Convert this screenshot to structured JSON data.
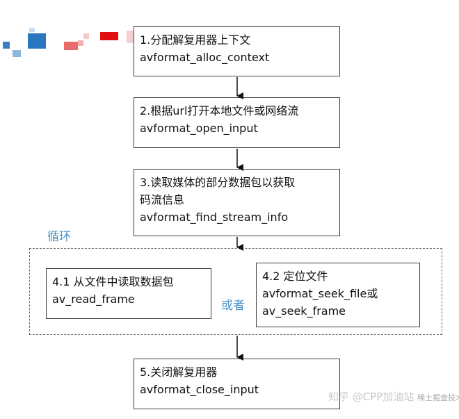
{
  "steps": [
    {
      "id": "step1",
      "line1": "1.分配解复用器上下文",
      "line2": "avformat_alloc_context"
    },
    {
      "id": "step2",
      "line1": "2.根据url打开本地文件或网络流",
      "line2": "avformat_open_input"
    },
    {
      "id": "step3",
      "line1": "3.读取媒体的部分数据包以获取",
      "line2": "码流信息",
      "line3": "avformat_find_stream_info"
    },
    {
      "id": "step41",
      "line1": "4.1 从文件中读取数据包",
      "line2": "av_read_frame"
    },
    {
      "id": "step42",
      "line1": "4.2 定位文件",
      "line2": "avformat_seek_file或",
      "line3": "av_seek_frame"
    },
    {
      "id": "step5",
      "line1": "5.关闭解复用器",
      "line2": "avformat_close_input"
    }
  ],
  "loop_label": "循环",
  "or_label": "或者",
  "watermark": {
    "main": "知乎 @CPP加油站",
    "sub": "稀土掘金技术社区"
  },
  "colors": {
    "accent_blue": "#4a8fc4",
    "deco_red": "#e01010",
    "deco_blue": "#2a76c0"
  }
}
